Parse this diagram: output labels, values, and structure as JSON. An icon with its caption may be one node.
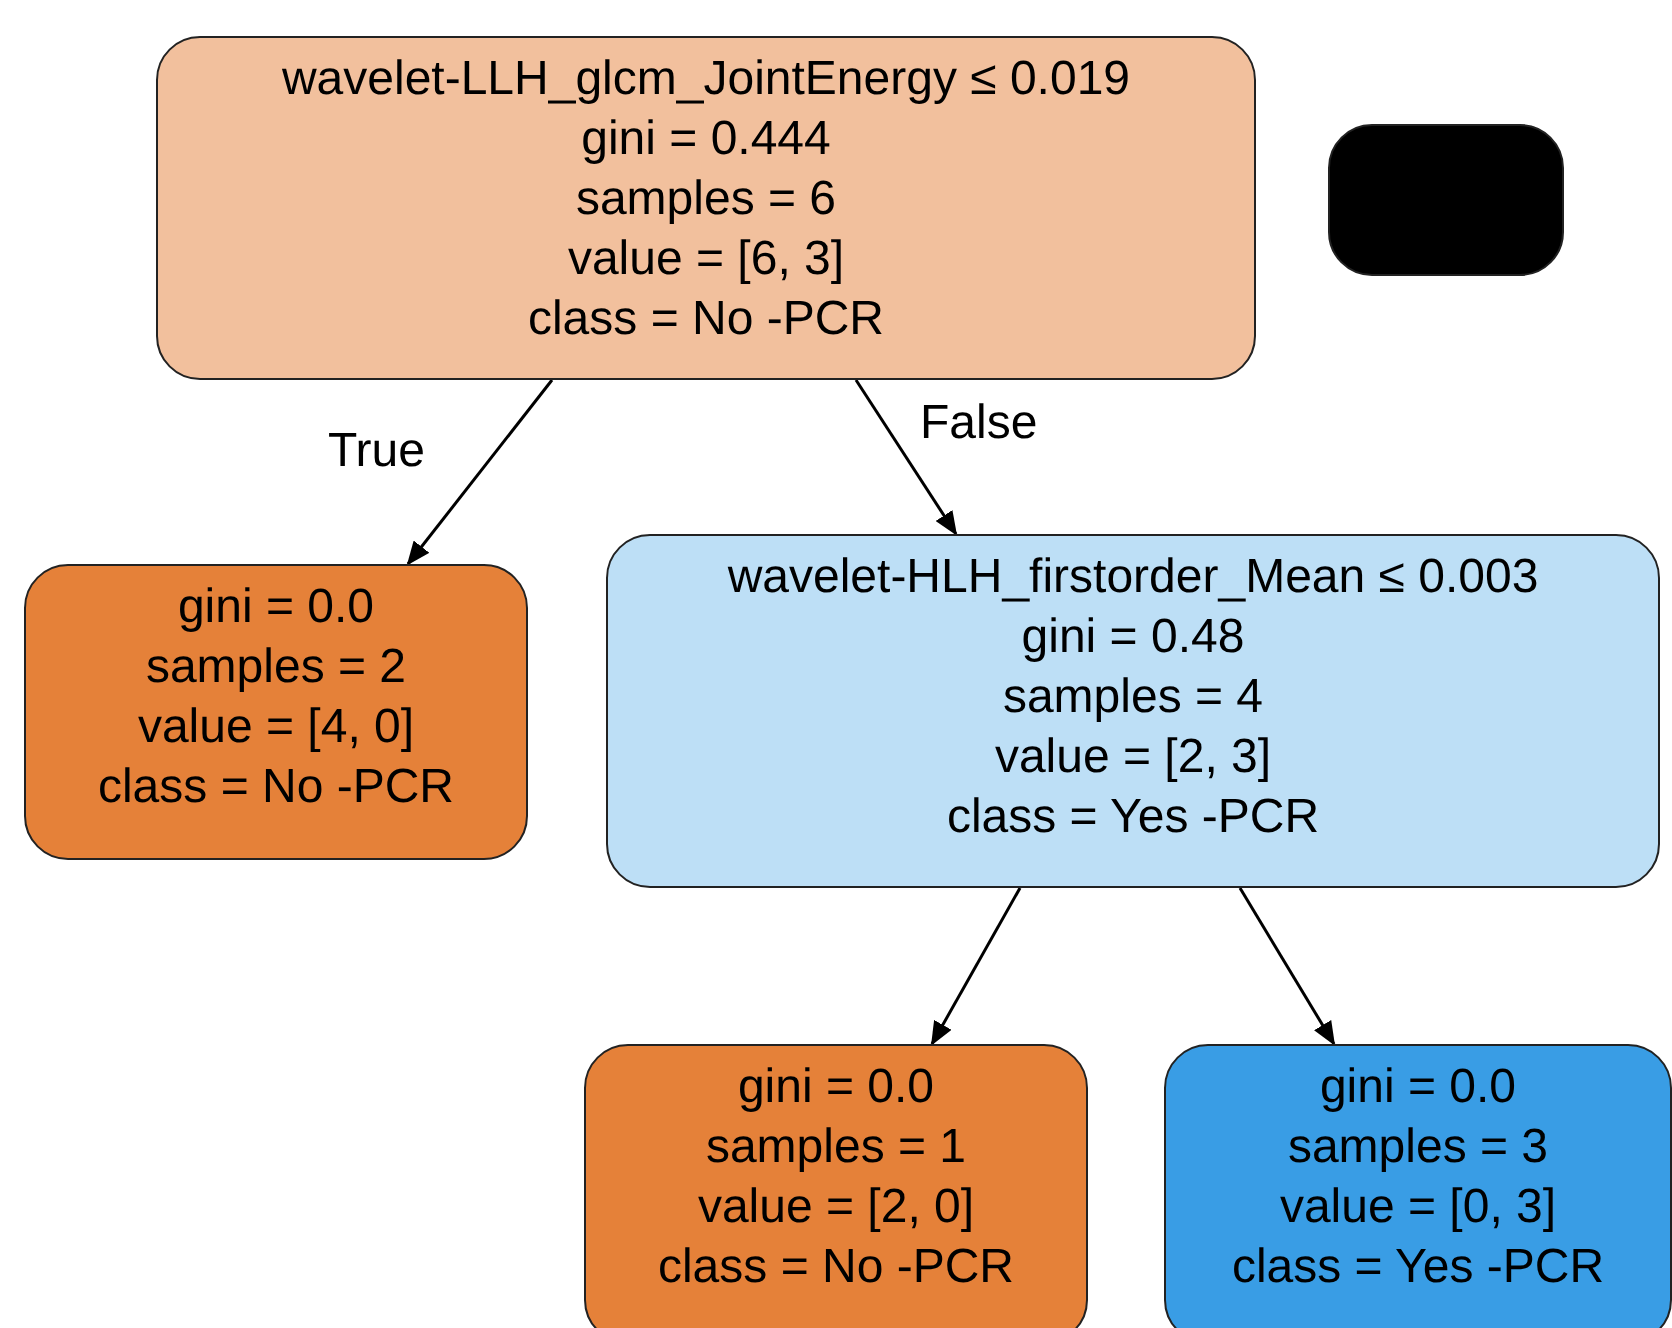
{
  "diagram": {
    "nodes": [
      {
        "text": [
          "wavelet-LLH_glcm_JointEnergy ≤ 0.019",
          "gini = 0.444",
          "samples = 6",
          "value = [6, 3]",
          "class = No -PCR"
        ]
      },
      {
        "text": [],
        "shape": "box"
      },
      {
        "text": [
          "gini = 0.0",
          "samples = 2",
          "value = [4, 0]",
          "class = No -PCR"
        ]
      },
      {
        "text": [
          "wavelet-HLH_firstorder_Mean ≤ 0.003",
          "gini = 0.48",
          "samples = 4",
          "value = [2, 3]",
          "class = Yes -PCR"
        ]
      },
      {
        "text": [
          "gini = 0.0",
          "samples = 1",
          "value = [2, 0]",
          "class = No -PCR"
        ]
      },
      {
        "text": [
          "gini = 0.0",
          "samples = 3",
          "value = [0, 3]",
          "class = Yes -PCR"
        ]
      }
    ],
    "edges": [
      {
        "from": 0,
        "to": 2,
        "arrow": "to",
        "label": "True"
      },
      {
        "from": 0,
        "to": 3,
        "arrow": "to",
        "label": "False"
      },
      {
        "from": 3,
        "to": 4,
        "arrow": "to"
      },
      {
        "from": 3,
        "to": 5,
        "arrow": "to"
      }
    ]
  }
}
